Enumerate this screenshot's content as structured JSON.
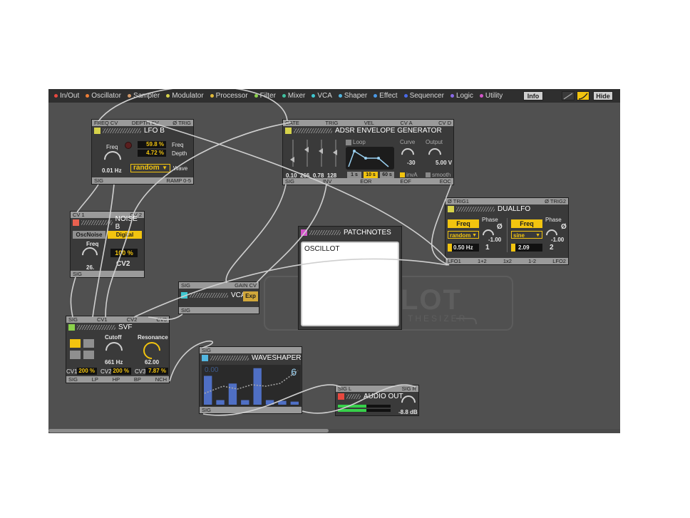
{
  "categories": [
    {
      "label": "In/Out",
      "color": "#e8483f"
    },
    {
      "label": "Oscillator",
      "color": "#ee7e36"
    },
    {
      "label": "Sampler",
      "color": "#d49a6a"
    },
    {
      "label": "Modulator",
      "color": "#d6d24a"
    },
    {
      "label": "Processor",
      "color": "#e0b93a"
    },
    {
      "label": "Filter",
      "color": "#8ad14a"
    },
    {
      "label": "Mixer",
      "color": "#3fc1a0"
    },
    {
      "label": "VCA",
      "color": "#3ec7d0"
    },
    {
      "label": "Shaper",
      "color": "#52b6e0"
    },
    {
      "label": "Effect",
      "color": "#4a9ae8"
    },
    {
      "label": "Sequencer",
      "color": "#4a6ae8"
    },
    {
      "label": "Logic",
      "color": "#8a6ae8"
    },
    {
      "label": "Utility",
      "color": "#d255c9"
    }
  ],
  "toolbar": {
    "info_label": "Info",
    "hide_label": "Hide"
  },
  "watermark": {
    "text": "LOT",
    "sub": "THESIZER"
  },
  "lfo_b": {
    "ports_top": [
      "FREQ CV",
      "DEPTH CV",
      "Ø TRIG"
    ],
    "title": "LFO B",
    "freq_label": "Freq",
    "freq_value": "0.01 Hz",
    "rate_value": "59.8 %",
    "depth_value": "4.72 %",
    "rate_label": "Freq",
    "depth_label": "Depth",
    "wave_value": "random",
    "wave_label": "Wave",
    "ports_bottom": [
      "SIG",
      "RAMP 0-5"
    ]
  },
  "adsr": {
    "ports_top": [
      "GATE",
      "TRIG",
      "VEL",
      "CV A",
      "CV D"
    ],
    "title": "ADSR ENVELOPE GENERATOR",
    "values": [
      "0.10",
      "266",
      "0.78",
      "128"
    ],
    "loop_label": "Loop",
    "curve_label": "Curve",
    "curve_value": "-30",
    "output_label": "Output",
    "output_value": "5.00 V",
    "ranges": [
      "1 s",
      "10 s",
      "60 s"
    ],
    "inva_label": "invA",
    "smooth_label": "smooth",
    "ports_bottom": [
      "SIG",
      "INV",
      "EOR",
      "EOF",
      "EOC"
    ]
  },
  "noise_b": {
    "ports_top": [
      "CV 1",
      "CV 2"
    ],
    "title": "NOISE B",
    "mode_a": "OscNoise",
    "mode_b": "Digital",
    "freq_label": "Freq",
    "freq_value": "26.",
    "level_value": "100 %",
    "cv_label": "CV2",
    "ports_bottom": [
      "SIG"
    ]
  },
  "patchnotes": {
    "title": "PATCHNOTES",
    "text": "OSCILLOT"
  },
  "duallfo": {
    "ports_top": [
      "Ø TRIG1",
      "Ø TRIG2"
    ],
    "title": "DUALLFO",
    "freq_label": "Freq",
    "phase_label": "Phase",
    "phase_symbol": "Ø",
    "wave1": "random",
    "wave2": "sine",
    "phase1": "-1.00",
    "phase2": "-1.00",
    "rate1": "0.50 Hz",
    "rate2": "2.09",
    "num1": "1",
    "num2": "2",
    "ports_bottom": [
      "LFO1",
      "1+2",
      "1x2",
      "1-2",
      "LFO2"
    ]
  },
  "vca": {
    "ports_top": [
      "SIG",
      "GAIN CV"
    ],
    "title": "VCA",
    "mode": "Exp",
    "ports_bottom": [
      "SIG"
    ]
  },
  "svf": {
    "ports_top": [
      "SIG",
      "CV1",
      "CV2",
      "CV3"
    ],
    "title": "SVF",
    "cutoff_label": "Cutoff",
    "cutoff_value": "661 Hz",
    "res_label": "Resonance",
    "res_value": "62.00",
    "cv1": "200 %",
    "cv2": "200 %",
    "cv3": "7.87 %",
    "cv1_label": "CV1",
    "cv2_label": "CV2",
    "cv3_label": "CV3",
    "ports_bottom": [
      "SIG",
      "LP",
      "HP",
      "BP",
      "NCH"
    ]
  },
  "waveshaper": {
    "ports_top": [
      "SIG"
    ],
    "title": "WAVESHAPER",
    "display_value": "0.00",
    "steps": "6",
    "bars": [
      0.75,
      0.12,
      0.55,
      0.12,
      0.95,
      0.12,
      0.1,
      0.08
    ],
    "ports_bottom": [
      "SIG"
    ]
  },
  "audio_out": {
    "ports_top": [
      "SIG L",
      "SIG R"
    ],
    "title": "AUDIO OUT",
    "gain_value": "-8.8 dB"
  },
  "colors": {
    "accent": "#f2c40f",
    "panel": "#505050",
    "module": "#3a3a3a",
    "wire": "#cfcfcf"
  }
}
